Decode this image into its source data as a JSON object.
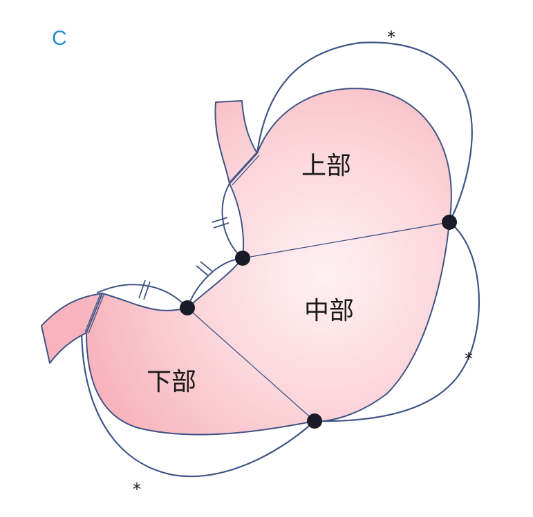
{
  "panel": {
    "letter": "C"
  },
  "regions": {
    "upper": "上部",
    "middle": "中部",
    "lower": "下部"
  },
  "markers": {
    "omentum_top": "*",
    "omentum_right": "*",
    "omentum_bottom": "*"
  },
  "colors": {
    "outline": "#3f5386",
    "stomach_center": "#fff1f3",
    "stomach_edge": "#f7b4bd",
    "node": "#1a1a28",
    "panel_letter": "#1c8fcf"
  },
  "icons": {
    "node": "black-circle",
    "vessel_tick": "double-slash"
  }
}
